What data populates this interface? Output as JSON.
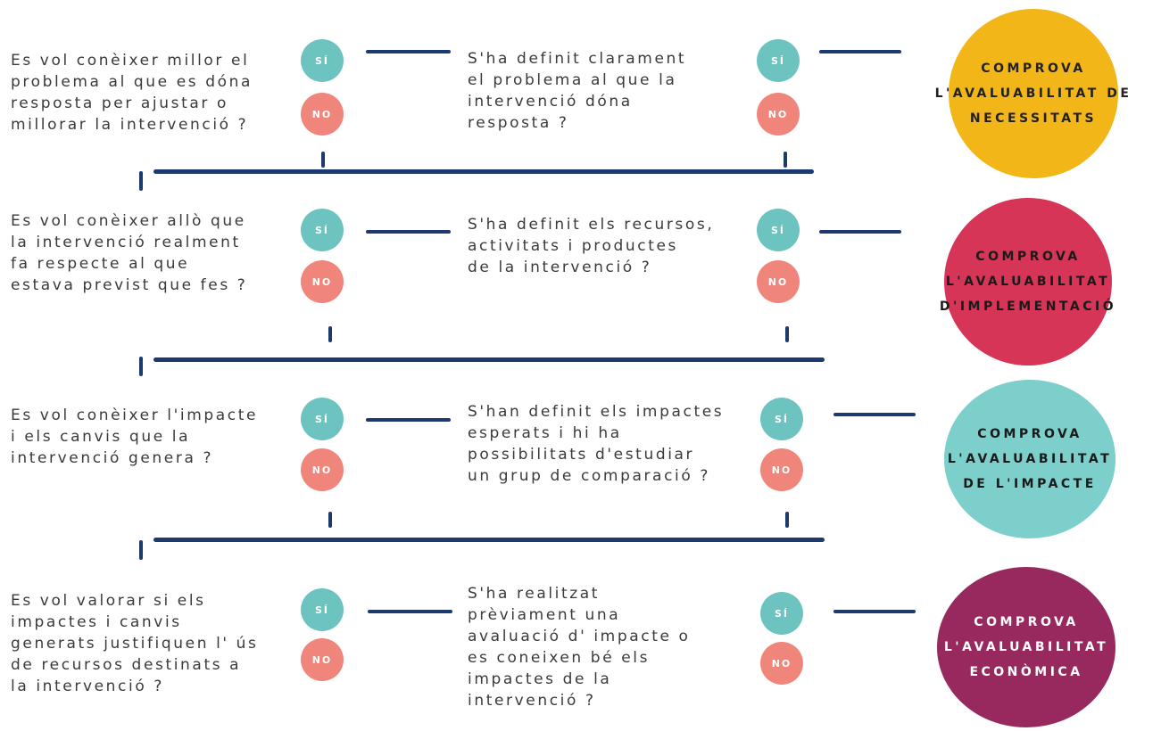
{
  "yes_label": "SÍ",
  "no_label": "NO",
  "rows": [
    {
      "question": [
        "Es vol conèixer millor el",
        "problema al que es dóna",
        "resposta per ajustar o",
        "millorar la intervenció ?"
      ],
      "check": [
        "S'ha definit clarament",
        "el problema al que la",
        "intervenció dóna",
        "resposta ?"
      ],
      "badge": [
        "COMPROVA",
        "L'AVALUABILITAT DE",
        "NECESSITATS"
      ],
      "badge_color": "#f2b619",
      "badge_text_color": "#222222"
    },
    {
      "question": [
        "Es vol conèixer allò que",
        "la intervenció realment",
        "fa respecte al que",
        "estava previst que fes ?"
      ],
      "check": [
        "S'ha definit els recursos,",
        "activitats i productes",
        "de la intervenció ?"
      ],
      "badge": [
        "COMPROVA",
        "L'AVALUABILITAT",
        "D'IMPLEMENTACIÓ"
      ],
      "badge_color": "#d63557",
      "badge_text_color": "#1a1a1a"
    },
    {
      "question": [
        "Es vol conèixer l'impacte",
        "i els canvis que la",
        "intervenció genera ?"
      ],
      "check": [
        "S'han definit els impactes",
        "esperats i hi ha",
        "possibilitats d'estudiar",
        "un grup de comparació ?"
      ],
      "badge": [
        "COMPROVA",
        "L'AVALUABILITAT",
        "DE L'IMPACTE"
      ],
      "badge_color": "#7ccfcb",
      "badge_text_color": "#1a1a1a"
    },
    {
      "question": [
        "Es vol valorar si els",
        "impactes i canvis",
        "generats justifiquen l' ús",
        "de recursos destinats a",
        "la intervenció ?"
      ],
      "check": [
        "S'ha realitzat",
        "prèviament una",
        "avaluació d' impacte o",
        "es coneixen bé els",
        "impactes de la",
        "intervenció ?"
      ],
      "badge": [
        "COMPROVA",
        "L'AVALUABILITAT",
        "ECONÒMICA"
      ],
      "badge_color": "#97295e",
      "badge_text_color": "#ffffff"
    }
  ]
}
